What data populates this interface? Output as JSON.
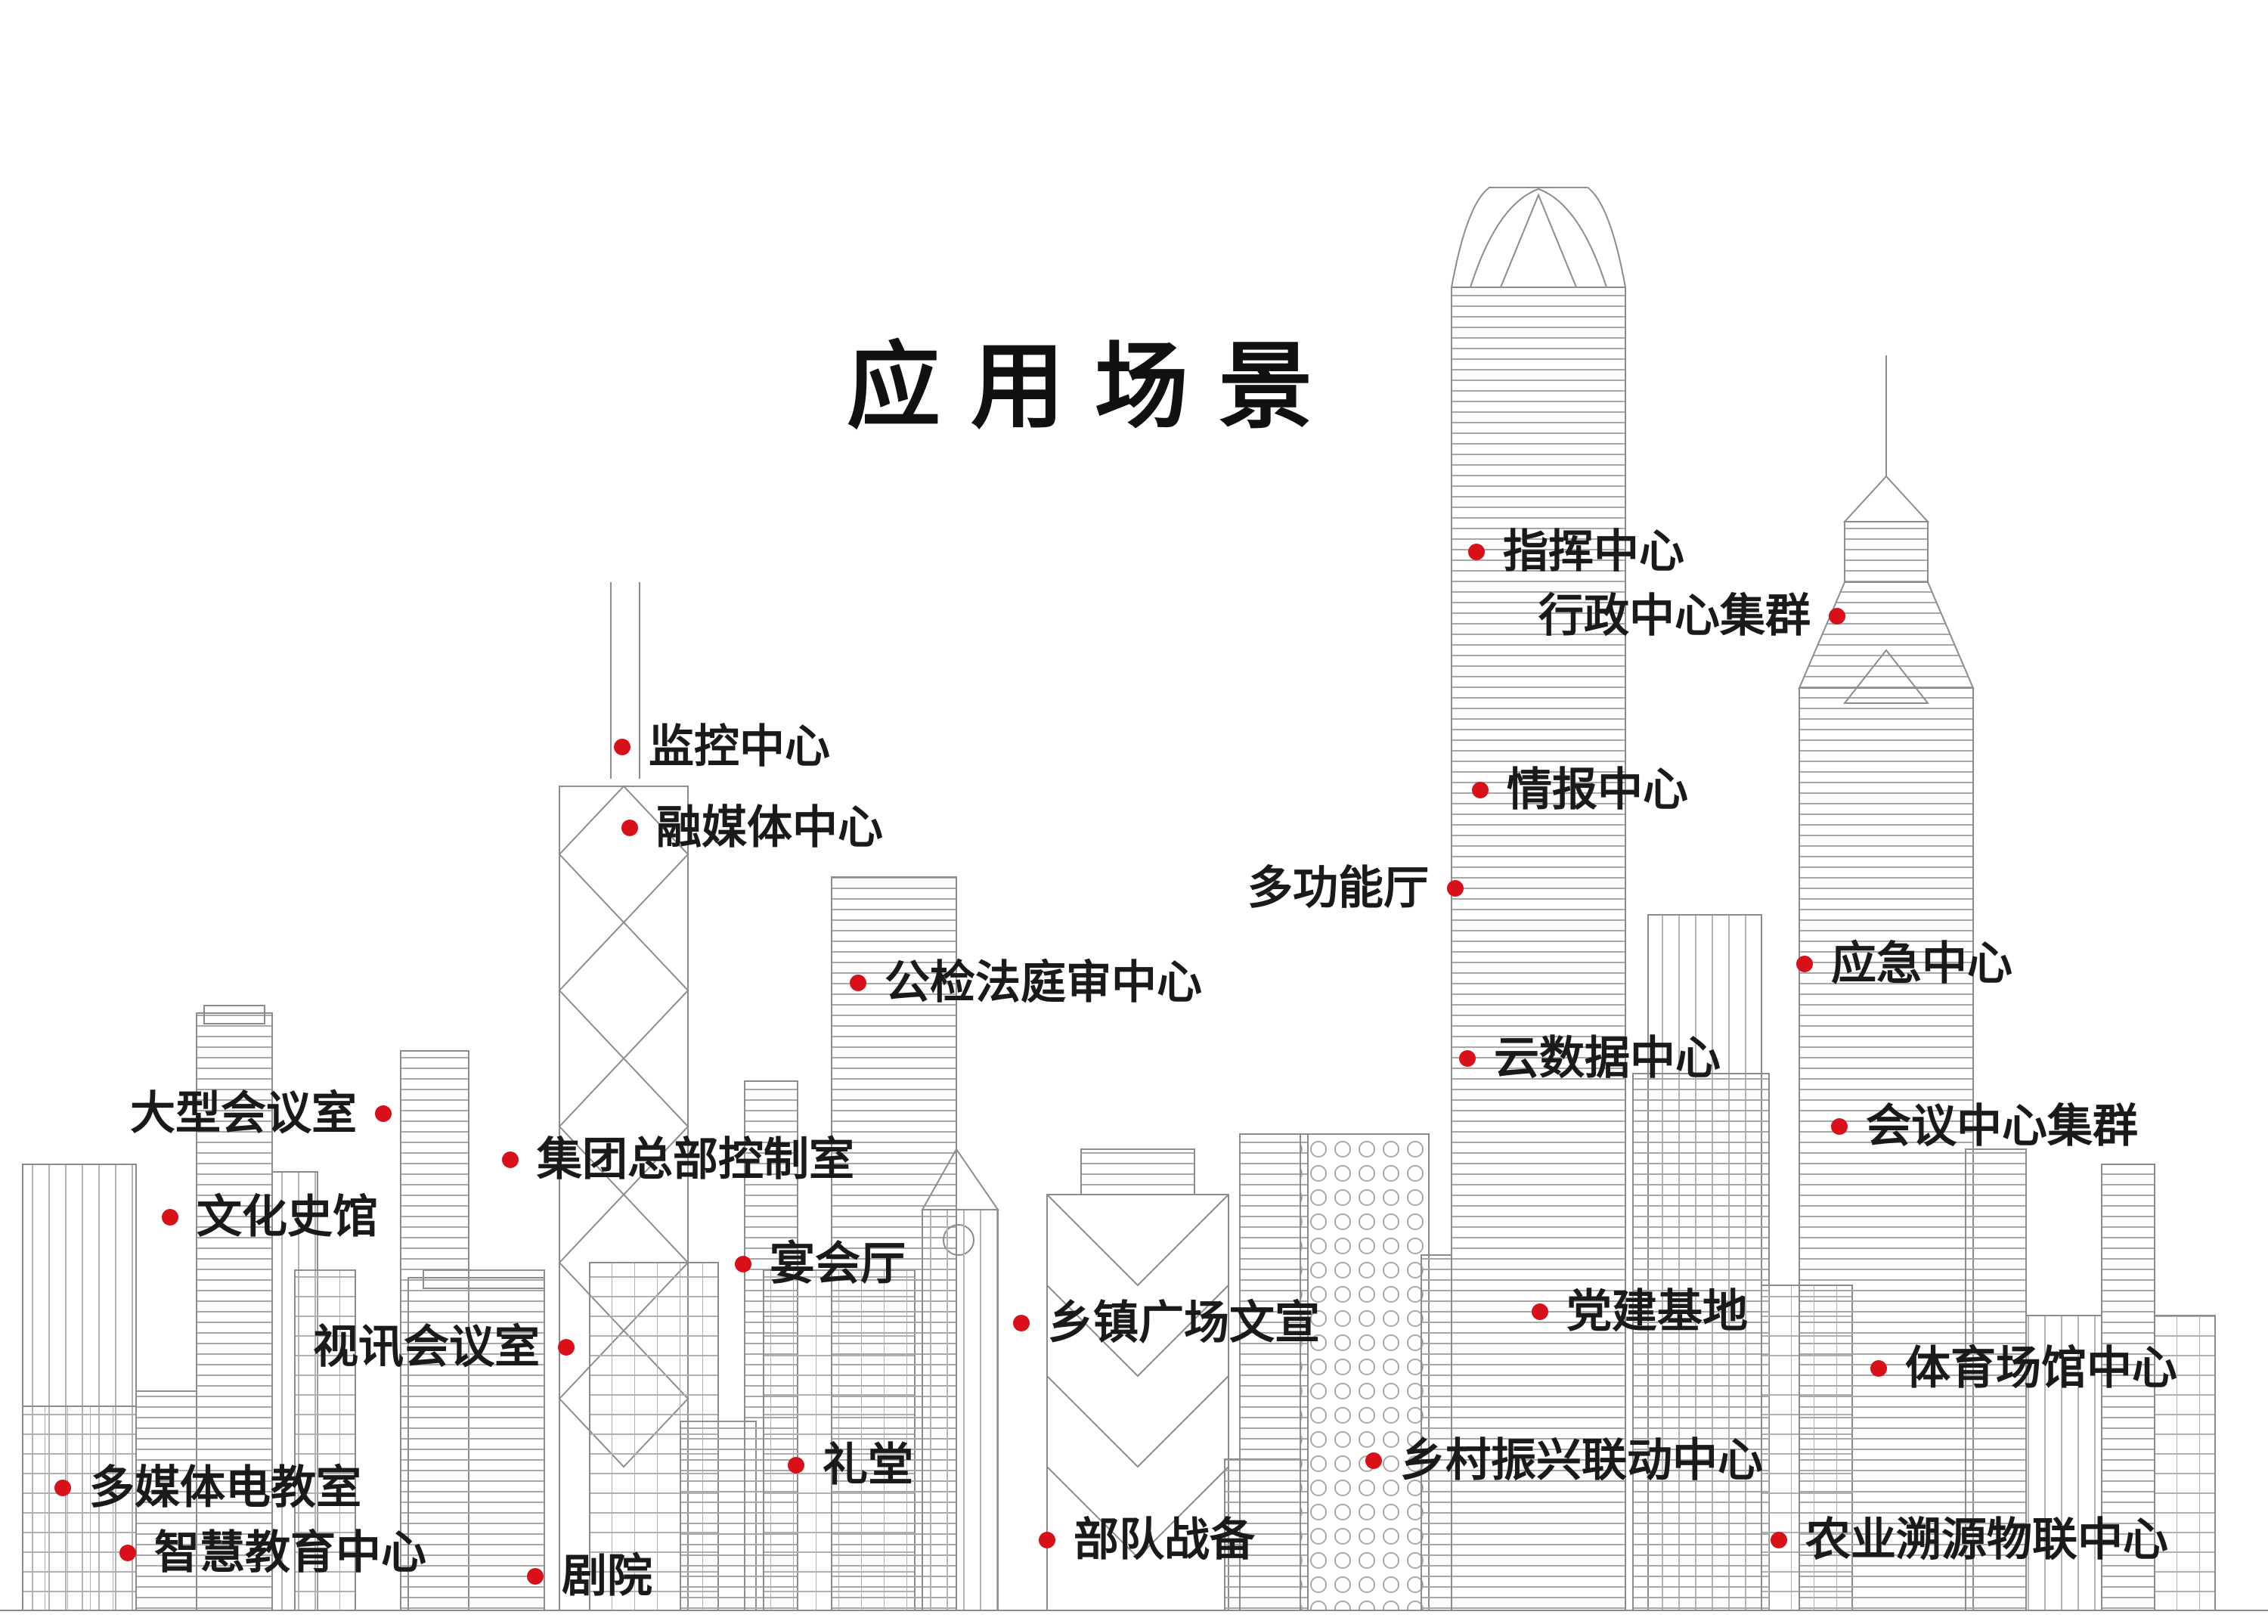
{
  "title": "应用场景",
  "dot_color": "#d8101a",
  "scenarios": [
    {
      "id": "zhihui",
      "label": "指挥中心"
    },
    {
      "id": "xingzheng",
      "label": "行政中心集群"
    },
    {
      "id": "jiankong",
      "label": "监控中心"
    },
    {
      "id": "rongmeiti",
      "label": "融媒体中心"
    },
    {
      "id": "qingbao",
      "label": "情报中心"
    },
    {
      "id": "duogongneng",
      "label": "多功能厅"
    },
    {
      "id": "gongjianfa",
      "label": "公检法庭审中心"
    },
    {
      "id": "yingji",
      "label": "应急中心"
    },
    {
      "id": "yunshuju",
      "label": "云数据中心"
    },
    {
      "id": "dahuiyi",
      "label": "大型会议室"
    },
    {
      "id": "huiyijiqun",
      "label": "会议中心集群"
    },
    {
      "id": "jituan",
      "label": "集团总部控制室"
    },
    {
      "id": "wenhua",
      "label": "文化史馆"
    },
    {
      "id": "yanhui",
      "label": "宴会厅"
    },
    {
      "id": "dangjian",
      "label": "党建基地"
    },
    {
      "id": "xiangzhen",
      "label": "乡镇广场文宣"
    },
    {
      "id": "shixun",
      "label": "视讯会议室"
    },
    {
      "id": "tiyu",
      "label": "体育场馆中心"
    },
    {
      "id": "xiangcun",
      "label": "乡村振兴联动中心"
    },
    {
      "id": "duomeiti",
      "label": "多媒体电教室"
    },
    {
      "id": "litang",
      "label": "礼堂"
    },
    {
      "id": "nongye",
      "label": "农业溯源物联中心"
    },
    {
      "id": "budui",
      "label": "部队战备"
    },
    {
      "id": "zhihuijiaoyu",
      "label": "智慧教育中心"
    },
    {
      "id": "juyuan",
      "label": "剧院"
    }
  ]
}
